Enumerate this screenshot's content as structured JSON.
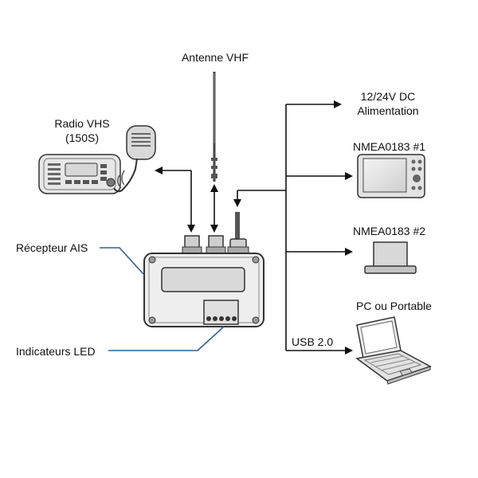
{
  "labels": {
    "antenna": "Antenne VHF",
    "radio_line1": "Radio VHS",
    "radio_line2": "(150S)",
    "power_line1": "12/24V DC",
    "power_line2": "Alimentation",
    "nmea1": "NMEA0183 #1",
    "nmea2": "NMEA0183 #2",
    "pc": "PC ou Portable",
    "usb": "USB 2.0",
    "receiver": "Récepteur AIS",
    "leds": "Indicateurs LED"
  },
  "icons": {
    "antenna": "vhf-antenna-icon",
    "radio": "vhf-radio-icon",
    "receiver": "ais-receiver-icon",
    "chartplotter": "chartplotter-icon",
    "nmea2_device": "display-device-icon",
    "laptop": "laptop-icon"
  },
  "colors": {
    "line": "#111111",
    "callout": "#2f5f8f",
    "device_fill": "#e9e9e9",
    "device_stroke": "#333333"
  }
}
